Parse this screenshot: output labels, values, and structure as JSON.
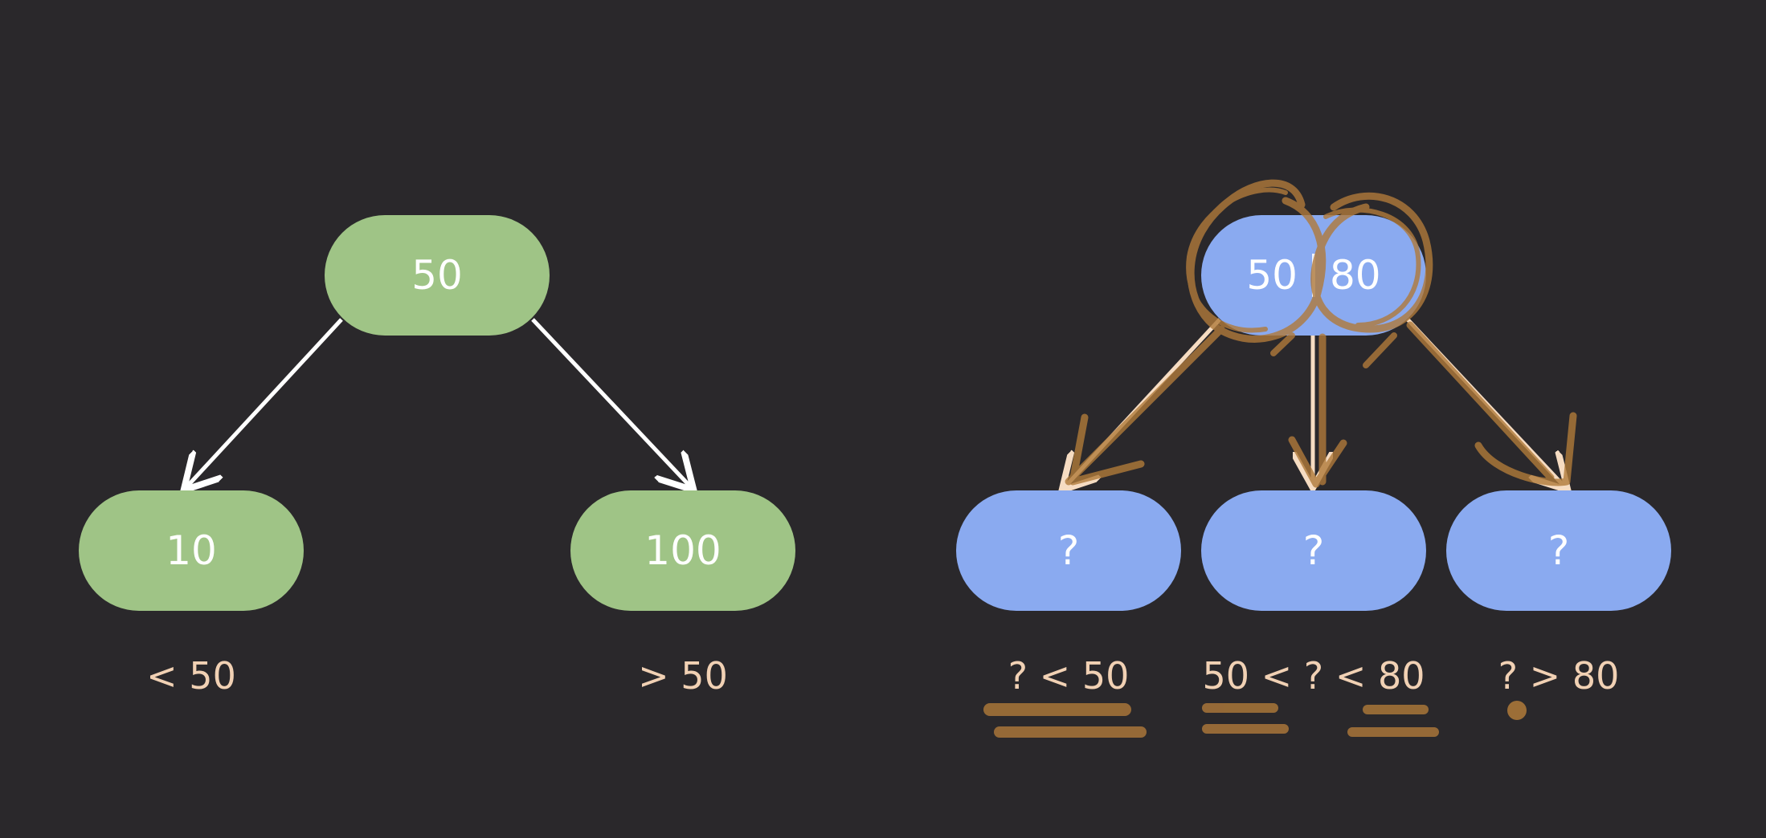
{
  "bst": {
    "root": "50",
    "left": "10",
    "right": "100",
    "left_label": "< 50",
    "right_label": "> 50"
  },
  "btree": {
    "root_left_key": "50",
    "root_right_key": "80",
    "children": [
      "?",
      "?",
      "?"
    ],
    "child_labels": [
      "? < 50",
      "50 < ? < 80",
      "? > 80"
    ]
  },
  "colors": {
    "background": "#2a282b",
    "bst_node": "#9fc486",
    "btree_node": "#8aaaf0",
    "label_text": "#f1d1b4",
    "annotation_ink": "#b07a3a"
  }
}
